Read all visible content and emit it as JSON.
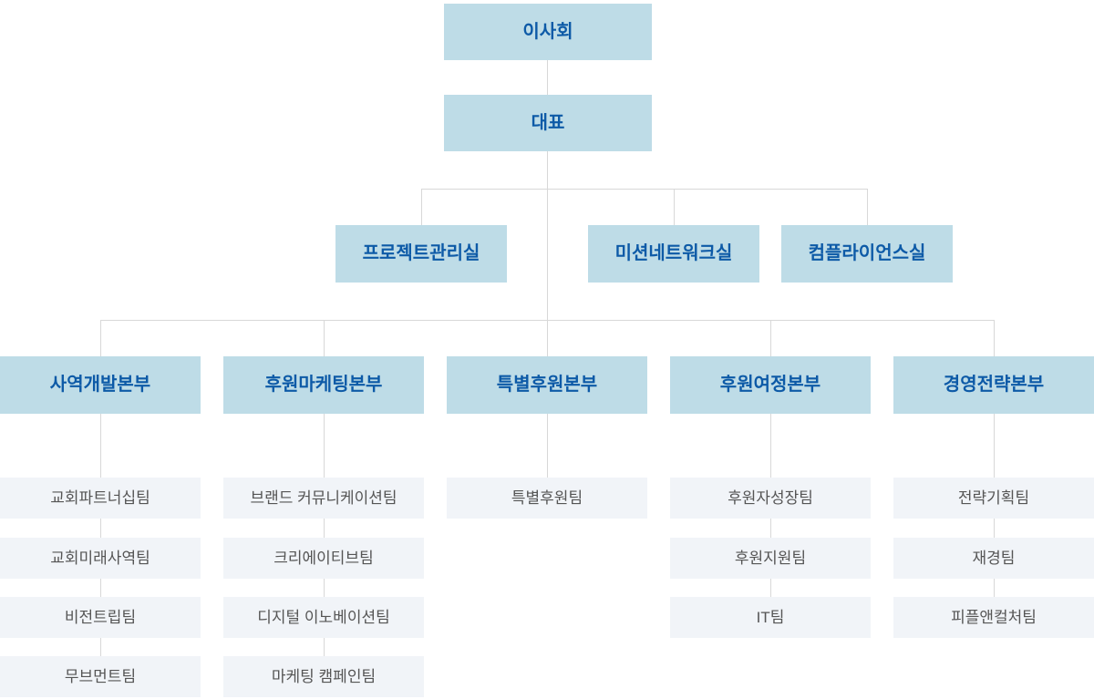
{
  "colors": {
    "node_bg": "#bedce7",
    "node_text": "#0d5aa7",
    "team_bg": "#f1f4f8",
    "team_text": "#555555",
    "line": "#d8d8d8",
    "background": "#ffffff"
  },
  "org": {
    "board": {
      "label": "이사회"
    },
    "ceo": {
      "label": "대표"
    },
    "offices": [
      {
        "label": "프로젝트관리실"
      },
      {
        "label": "미션네트워크실"
      },
      {
        "label": "컴플라이언스실"
      }
    ],
    "divisions": [
      {
        "label": "사역개발본부",
        "teams": [
          "교회파트너십팀",
          "교회미래사역팀",
          "비전트립팀",
          "무브먼트팀"
        ]
      },
      {
        "label": "후원마케팅본부",
        "teams": [
          "브랜드 커뮤니케이션팀",
          "크리에이티브팀",
          "디지털 이노베이션팀",
          "마케팅 캠페인팀"
        ]
      },
      {
        "label": "특별후원본부",
        "teams": [
          "특별후원팀"
        ]
      },
      {
        "label": "후원여정본부",
        "teams": [
          "후원자성장팀",
          "후원지원팀",
          "IT팀"
        ]
      },
      {
        "label": "경영전략본부",
        "teams": [
          "전략기획팀",
          "재경팀",
          "피플앤컬처팀"
        ]
      }
    ]
  }
}
